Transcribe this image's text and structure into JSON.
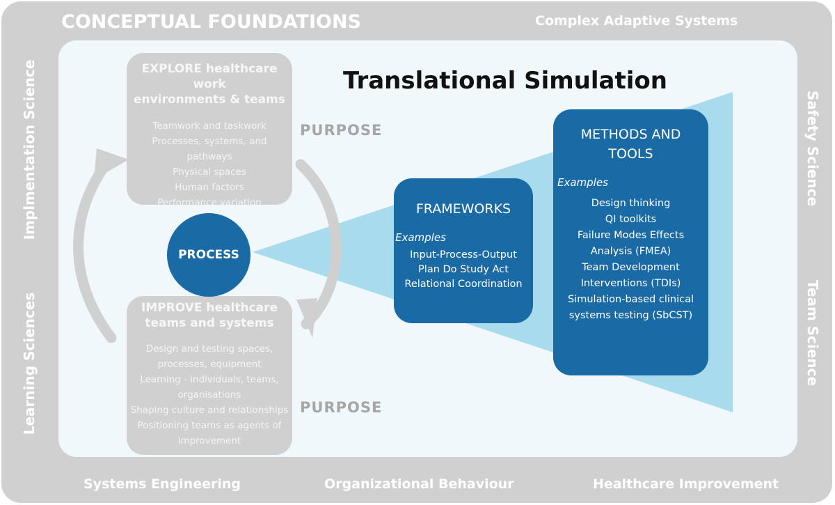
{
  "frame": {
    "corner_title": "CONCEPTUAL FOUNDATIONS",
    "top_right": "Complex Adaptive Systems",
    "left_top": "Implmentation Science",
    "left_bottom": "Learning Sciences",
    "right_top": "Safety Science",
    "right_bottom": "Team Science",
    "bottom_left": "Systems Engineering",
    "bottom_center": "Organizational Behaviour",
    "bottom_right": "Healthcare Improvement"
  },
  "main_title": "Translational Simulation",
  "explore": {
    "heading_line1": "EXPLORE healthcare work",
    "heading_line2": "environments & teams",
    "items": [
      "Teamwork and taskwork",
      "Processes, systems, and",
      "pathways",
      "Physical spaces",
      "Human factors",
      "Performance variation"
    ]
  },
  "improve": {
    "heading_line1": "IMPROVE healthcare",
    "heading_line2": "teams and systems",
    "items": [
      "Design and testing spaces,",
      "processes, equipment",
      "Learning - individuals, teams,",
      "organisations",
      "Shaping culture and relationships",
      "Positioning teams as agents of",
      "improvement"
    ]
  },
  "purpose_top": "PURPOSE",
  "purpose_bottom": "PURPOSE",
  "process": "PROCESS",
  "frameworks": {
    "title": "FRAMEWORKS",
    "examples_label": "Examples",
    "items": [
      "Input-Process-Output",
      "Plan Do Study Act",
      "Relational Coordination"
    ]
  },
  "methods": {
    "title_line1": "METHODS AND",
    "title_line2": "TOOLS",
    "examples_label": "Examples",
    "items": [
      "Design thinking",
      "QI toolkits",
      "Failure Modes Effects",
      "Analysis (FMEA)",
      "Team Development",
      "Interventions (TDIs)",
      "Simulation-based clinical",
      "systems testing (SbCST)"
    ]
  },
  "colors": {
    "frame_grey": "#d0d0d0",
    "inner_bg": "#f1f8fb",
    "accent_blue": "#1a6aa6",
    "cone_blue": "#a8dcec",
    "purpose_text": "#a6a6a6"
  }
}
